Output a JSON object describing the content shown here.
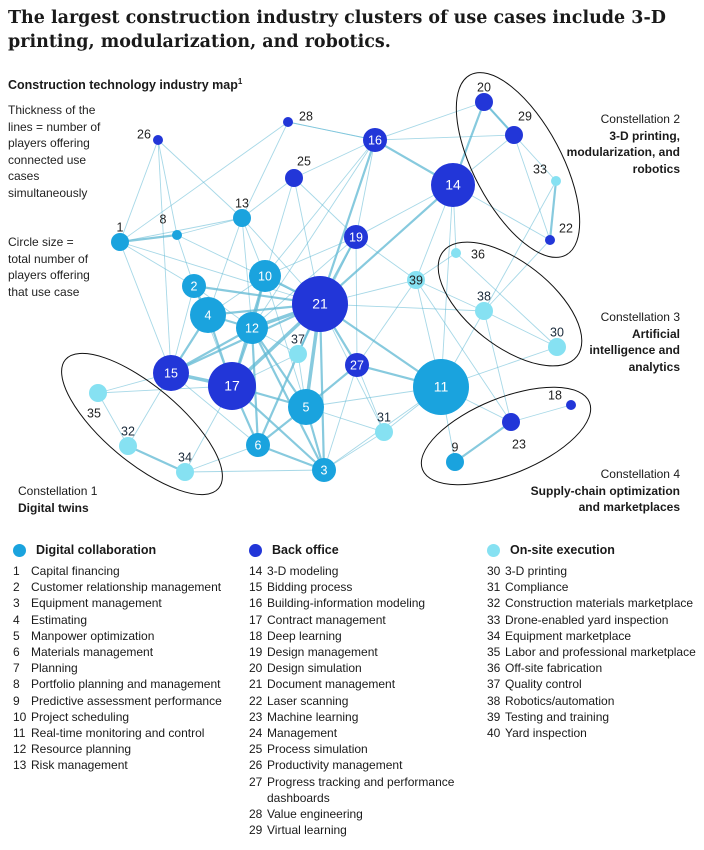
{
  "headline": "The largest construction industry clusters of use cases include 3-D printing, modularization, and robotics.",
  "map_title": "Construction technology industry map",
  "map_title_footnote": "1",
  "notes": {
    "thickness": "Thickness of the lines = number of players offering connected use cases simultaneously",
    "size": "Circle size = total number of players offering that use case"
  },
  "constellations": [
    {
      "label": "Constellation 1",
      "name": "Digital twins"
    },
    {
      "label": "Constellation 2",
      "name": "3-D printing, modularization, and robotics"
    },
    {
      "label": "Constellation 3",
      "name": "Artificial intelligence and analytics"
    },
    {
      "label": "Constellation 4",
      "name": "Supply-chain optimization and marketplaces"
    }
  ],
  "colors": {
    "digital": "#1aa3de",
    "back": "#2236d8",
    "onsite": "#86e1f2",
    "edge": "#5fb8d3",
    "label_on_dark": "#ffffff"
  },
  "categories": [
    {
      "name": "Digital collaboration",
      "key": "digital",
      "items": [
        {
          "n": "1",
          "label": "Capital financing"
        },
        {
          "n": "2",
          "label": "Customer relationship management"
        },
        {
          "n": "3",
          "label": "Equipment management"
        },
        {
          "n": "4",
          "label": "Estimating"
        },
        {
          "n": "5",
          "label": "Manpower optimization"
        },
        {
          "n": "6",
          "label": "Materials management"
        },
        {
          "n": "7",
          "label": "Planning"
        },
        {
          "n": "8",
          "label": "Portfolio planning and management"
        },
        {
          "n": "9",
          "label": "Predictive assessment performance"
        },
        {
          "n": "10",
          "label": "Project scheduling"
        },
        {
          "n": "11",
          "label": "Real-time monitoring and control"
        },
        {
          "n": "12",
          "label": "Resource planning"
        },
        {
          "n": "13",
          "label": "Risk management"
        }
      ]
    },
    {
      "name": "Back office",
      "key": "back",
      "items": [
        {
          "n": "14",
          "label": "3-D modeling"
        },
        {
          "n": "15",
          "label": "Bidding process"
        },
        {
          "n": "16",
          "label": "Building-information modeling"
        },
        {
          "n": "17",
          "label": "Contract management"
        },
        {
          "n": "18",
          "label": "Deep learning"
        },
        {
          "n": "19",
          "label": "Design management"
        },
        {
          "n": "20",
          "label": "Design simulation"
        },
        {
          "n": "21",
          "label": "Document management"
        },
        {
          "n": "22",
          "label": "Laser scanning"
        },
        {
          "n": "23",
          "label": "Machine learning"
        },
        {
          "n": "24",
          "label": "Management"
        },
        {
          "n": "25",
          "label": "Process simulation"
        },
        {
          "n": "26",
          "label": "Productivity management"
        },
        {
          "n": "27",
          "label": "Progress tracking and performance dashboards"
        },
        {
          "n": "28",
          "label": "Value engineering"
        },
        {
          "n": "29",
          "label": "Virtual learning"
        }
      ]
    },
    {
      "name": "On-site execution",
      "key": "onsite",
      "items": [
        {
          "n": "30",
          "label": "3-D printing"
        },
        {
          "n": "31",
          "label": "Compliance"
        },
        {
          "n": "32",
          "label": "Construction materials marketplace"
        },
        {
          "n": "33",
          "label": "Drone-enabled yard inspection"
        },
        {
          "n": "34",
          "label": "Equipment marketplace"
        },
        {
          "n": "35",
          "label": "Labor and professional marketplace"
        },
        {
          "n": "36",
          "label": "Off-site fabrication"
        },
        {
          "n": "37",
          "label": "Quality control"
        },
        {
          "n": "38",
          "label": "Robotics/automation"
        },
        {
          "n": "39",
          "label": "Testing and training"
        },
        {
          "n": "40",
          "label": "Yard inspection"
        }
      ]
    }
  ],
  "nodes": [
    {
      "id": "1",
      "cat": "digital",
      "size": 1
    },
    {
      "id": "2",
      "cat": "digital",
      "size": 2
    },
    {
      "id": "3",
      "cat": "digital",
      "size": 2
    },
    {
      "id": "4",
      "cat": "digital",
      "size": 4
    },
    {
      "id": "5",
      "cat": "digital",
      "size": 4
    },
    {
      "id": "6",
      "cat": "digital",
      "size": 2
    },
    {
      "id": "8",
      "cat": "digital",
      "size": 0
    },
    {
      "id": "9",
      "cat": "digital",
      "size": 1
    },
    {
      "id": "10",
      "cat": "digital",
      "size": 3
    },
    {
      "id": "11",
      "cat": "digital",
      "size": 8
    },
    {
      "id": "12",
      "cat": "digital",
      "size": 3
    },
    {
      "id": "13",
      "cat": "digital",
      "size": 1
    },
    {
      "id": "14",
      "cat": "back",
      "size": 5
    },
    {
      "id": "15",
      "cat": "back",
      "size": 4
    },
    {
      "id": "16",
      "cat": "back",
      "size": 2
    },
    {
      "id": "17",
      "cat": "back",
      "size": 6
    },
    {
      "id": "18",
      "cat": "back",
      "size": 0
    },
    {
      "id": "19",
      "cat": "back",
      "size": 2
    },
    {
      "id": "20",
      "cat": "back",
      "size": 1
    },
    {
      "id": "21",
      "cat": "back",
      "size": 8
    },
    {
      "id": "22",
      "cat": "back",
      "size": 0
    },
    {
      "id": "23",
      "cat": "back",
      "size": 1
    },
    {
      "id": "25",
      "cat": "back",
      "size": 1
    },
    {
      "id": "26",
      "cat": "back",
      "size": 0
    },
    {
      "id": "27",
      "cat": "back",
      "size": 2
    },
    {
      "id": "28",
      "cat": "back",
      "size": 0
    },
    {
      "id": "29",
      "cat": "back",
      "size": 1
    },
    {
      "id": "30",
      "cat": "onsite",
      "size": 1
    },
    {
      "id": "31",
      "cat": "onsite",
      "size": 1
    },
    {
      "id": "32",
      "cat": "onsite",
      "size": 1
    },
    {
      "id": "33",
      "cat": "onsite",
      "size": 0
    },
    {
      "id": "34",
      "cat": "onsite",
      "size": 1
    },
    {
      "id": "35",
      "cat": "onsite",
      "size": 1
    },
    {
      "id": "36",
      "cat": "onsite",
      "size": 0
    },
    {
      "id": "37",
      "cat": "onsite",
      "size": 1
    },
    {
      "id": "38",
      "cat": "onsite",
      "size": 1
    },
    {
      "id": "39",
      "cat": "onsite",
      "size": 1
    }
  ],
  "edges": [
    [
      "21",
      "17",
      3
    ],
    [
      "21",
      "12",
      3
    ],
    [
      "21",
      "5",
      3
    ],
    [
      "21",
      "10",
      2
    ],
    [
      "21",
      "4",
      2
    ],
    [
      "21",
      "15",
      2
    ],
    [
      "21",
      "27",
      2
    ],
    [
      "21",
      "11",
      2
    ],
    [
      "21",
      "19",
      2
    ],
    [
      "21",
      "16",
      2
    ],
    [
      "21",
      "14",
      2
    ],
    [
      "21",
      "2",
      2
    ],
    [
      "21",
      "6",
      2
    ],
    [
      "21",
      "3",
      2
    ],
    [
      "21",
      "37",
      1
    ],
    [
      "21",
      "39",
      1
    ],
    [
      "21",
      "31",
      1
    ],
    [
      "21",
      "13",
      1
    ],
    [
      "21",
      "25",
      1
    ],
    [
      "21",
      "8",
      1
    ],
    [
      "21",
      "38",
      1
    ],
    [
      "21",
      "1",
      1
    ],
    [
      "17",
      "15",
      3
    ],
    [
      "17",
      "12",
      2
    ],
    [
      "17",
      "4",
      2
    ],
    [
      "17",
      "6",
      2
    ],
    [
      "17",
      "5",
      2
    ],
    [
      "17",
      "3",
      2
    ],
    [
      "17",
      "10",
      2
    ],
    [
      "17",
      "2",
      1
    ],
    [
      "17",
      "37",
      1
    ],
    [
      "12",
      "4",
      2
    ],
    [
      "12",
      "10",
      2
    ],
    [
      "12",
      "15",
      2
    ],
    [
      "12",
      "2",
      1
    ],
    [
      "12",
      "5",
      2
    ],
    [
      "12",
      "6",
      2
    ],
    [
      "12",
      "3",
      2
    ],
    [
      "4",
      "2",
      2
    ],
    [
      "4",
      "15",
      2
    ],
    [
      "4",
      "10",
      1
    ],
    [
      "2",
      "15",
      1
    ],
    [
      "2",
      "1",
      1
    ],
    [
      "2",
      "8",
      1
    ],
    [
      "1",
      "8",
      2
    ],
    [
      "1",
      "13",
      1
    ],
    [
      "8",
      "13",
      1
    ],
    [
      "1",
      "15",
      1
    ],
    [
      "1",
      "26",
      1
    ],
    [
      "1",
      "28",
      1
    ],
    [
      "8",
      "26",
      1
    ],
    [
      "10",
      "13",
      1
    ],
    [
      "10",
      "19",
      1
    ],
    [
      "10",
      "16",
      1
    ],
    [
      "10",
      "5",
      1
    ],
    [
      "5",
      "3",
      2
    ],
    [
      "5",
      "6",
      2
    ],
    [
      "5",
      "27",
      2
    ],
    [
      "5",
      "31",
      1
    ],
    [
      "5",
      "11",
      1
    ],
    [
      "5",
      "37",
      1
    ],
    [
      "3",
      "6",
      2
    ],
    [
      "3",
      "11",
      1
    ],
    [
      "3",
      "31",
      1
    ],
    [
      "3",
      "34",
      1
    ],
    [
      "3",
      "27",
      1
    ],
    [
      "6",
      "15",
      1
    ],
    [
      "6",
      "34",
      1
    ],
    [
      "11",
      "27",
      2
    ],
    [
      "11",
      "9",
      1
    ],
    [
      "11",
      "23",
      1
    ],
    [
      "11",
      "38",
      1
    ],
    [
      "11",
      "39",
      1
    ],
    [
      "11",
      "31",
      1
    ],
    [
      "11",
      "14",
      1
    ],
    [
      "11",
      "30",
      1
    ],
    [
      "9",
      "23",
      2
    ],
    [
      "23",
      "18",
      1
    ],
    [
      "23",
      "38",
      1
    ],
    [
      "23",
      "39",
      1
    ],
    [
      "27",
      "19",
      1
    ],
    [
      "27",
      "39",
      1
    ],
    [
      "27",
      "31",
      1
    ],
    [
      "16",
      "14",
      2
    ],
    [
      "16",
      "19",
      1
    ],
    [
      "16",
      "20",
      1
    ],
    [
      "16",
      "29",
      1
    ],
    [
      "16",
      "28",
      1
    ],
    [
      "16",
      "25",
      1
    ],
    [
      "14",
      "20",
      2
    ],
    [
      "14",
      "29",
      1
    ],
    [
      "14",
      "22",
      1
    ],
    [
      "14",
      "39",
      1
    ],
    [
      "14",
      "19",
      1
    ],
    [
      "14",
      "36",
      1
    ],
    [
      "20",
      "29",
      2
    ],
    [
      "29",
      "22",
      1
    ],
    [
      "20",
      "33",
      1
    ],
    [
      "33",
      "22",
      2
    ],
    [
      "33",
      "38",
      1
    ],
    [
      "22",
      "38",
      1
    ],
    [
      "39",
      "38",
      1
    ],
    [
      "39",
      "36",
      1
    ],
    [
      "38",
      "30",
      1
    ],
    [
      "36",
      "30",
      1
    ],
    [
      "39",
      "19",
      1
    ],
    [
      "25",
      "13",
      1
    ],
    [
      "25",
      "19",
      1
    ],
    [
      "25",
      "10",
      1
    ],
    [
      "28",
      "13",
      1
    ],
    [
      "28",
      "16",
      1
    ],
    [
      "26",
      "13",
      1
    ],
    [
      "26",
      "15",
      1
    ],
    [
      "15",
      "35",
      1
    ],
    [
      "35",
      "32",
      1
    ],
    [
      "32",
      "34",
      2
    ],
    [
      "35",
      "17",
      1
    ],
    [
      "17",
      "34",
      1
    ],
    [
      "15",
      "32",
      1
    ],
    [
      "37",
      "19",
      1
    ],
    [
      "37",
      "12",
      1
    ],
    [
      "13",
      "4",
      1
    ],
    [
      "13",
      "12",
      1
    ],
    [
      "19",
      "12",
      1
    ],
    [
      "16",
      "12",
      1
    ]
  ]
}
